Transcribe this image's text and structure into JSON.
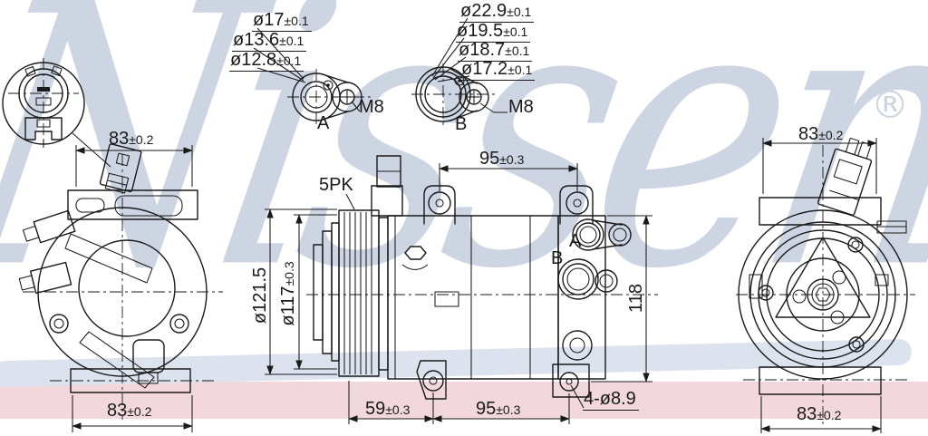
{
  "drawing": {
    "watermark_text": "Nissens",
    "registered_mark": "®",
    "colors": {
      "watermark": "#cdd5e2",
      "swash": "#dce3ee",
      "pink_band": "#f2d8dc",
      "line": "#1a1a1a"
    },
    "port_a": {
      "letter": "A",
      "thread": "M8",
      "dims": [
        {
          "v": "ø17",
          "t": "±0.1"
        },
        {
          "v": "ø13.6",
          "t": "±0.1"
        },
        {
          "v": "ø12.8",
          "t": "±0.1"
        }
      ]
    },
    "port_b": {
      "letter": "B",
      "thread": "M8",
      "dims": [
        {
          "v": "ø22.9",
          "t": "±0.1"
        },
        {
          "v": "ø19.5",
          "t": "±0.1"
        },
        {
          "v": "ø18.7",
          "t": "±0.1"
        },
        {
          "v": "ø17.2",
          "t": "±0.1"
        }
      ]
    },
    "left_view": {
      "top_width": {
        "v": "83",
        "t": "±0.2"
      },
      "bottom_width": {
        "v": "83",
        "t": "±0.2"
      }
    },
    "right_view": {
      "top_width": {
        "v": "83",
        "t": "±0.2"
      },
      "bottom_width": {
        "v": "83",
        "t": "±0.2"
      }
    },
    "side_view": {
      "belt_type": "5PK",
      "pulley_outer_dia": {
        "v": "ø121.5",
        "t": ""
      },
      "pulley_pitch_dia": {
        "v": "ø117",
        "t": "±0.3"
      },
      "top_mount_span": {
        "v": "95",
        "t": "±0.3"
      },
      "body_height": {
        "v": "118",
        "t": ""
      },
      "pulley_to_front_mount": {
        "v": "59",
        "t": "±0.3"
      },
      "bottom_mount_span": {
        "v": "95",
        "t": "±0.3"
      },
      "mount_holes": {
        "v": "4-ø8.9",
        "t": ""
      },
      "port_a_label": "A",
      "port_b_label": "B"
    }
  }
}
